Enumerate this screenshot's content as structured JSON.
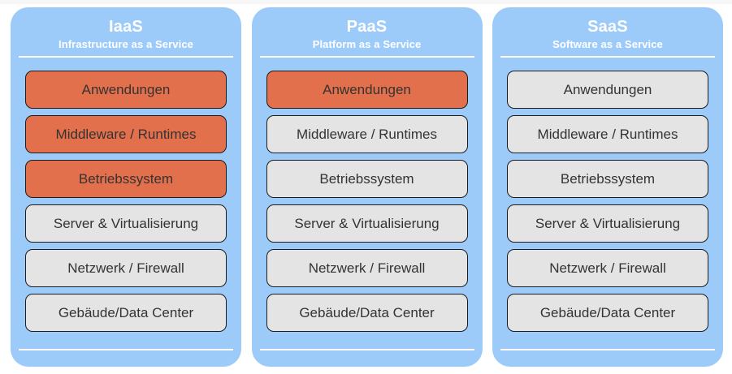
{
  "page": {
    "background_color": "#ffffff",
    "top_strip_color": "#f7f7f7"
  },
  "theme": {
    "card_blue": "#9ccbfa",
    "layer_grey": "#e4e4e4",
    "layer_orange": "#e3704c",
    "layer_border": "#1c1c1c",
    "layer_text": "#333333",
    "header_text": "#ffffff",
    "divider": "#ffffff"
  },
  "columns": [
    {
      "id": "iaas",
      "title": "IaaS",
      "subtitle": "Infrastructure as a Service",
      "layers": [
        {
          "label": "Anwendungen",
          "state": "orange"
        },
        {
          "label": "Middleware / Runtimes",
          "state": "orange"
        },
        {
          "label": "Betriebssystem",
          "state": "orange"
        },
        {
          "label": "Server & Virtualisierung",
          "state": "grey"
        },
        {
          "label": "Netzwerk / Firewall",
          "state": "grey"
        },
        {
          "label": "Gebäude/Data Center",
          "state": "grey"
        }
      ]
    },
    {
      "id": "paas",
      "title": "PaaS",
      "subtitle": "Platform as a Service",
      "layers": [
        {
          "label": "Anwendungen",
          "state": "orange"
        },
        {
          "label": "Middleware / Runtimes",
          "state": "grey"
        },
        {
          "label": "Betriebssystem",
          "state": "grey"
        },
        {
          "label": "Server & Virtualisierung",
          "state": "grey"
        },
        {
          "label": "Netzwerk / Firewall",
          "state": "grey"
        },
        {
          "label": "Gebäude/Data Center",
          "state": "grey"
        }
      ]
    },
    {
      "id": "saas",
      "title": "SaaS",
      "subtitle": "Software as a Service",
      "layers": [
        {
          "label": "Anwendungen",
          "state": "grey"
        },
        {
          "label": "Middleware / Runtimes",
          "state": "grey"
        },
        {
          "label": "Betriebssystem",
          "state": "grey"
        },
        {
          "label": "Server & Virtualisierung",
          "state": "grey"
        },
        {
          "label": "Netzwerk / Firewall",
          "state": "grey"
        },
        {
          "label": "Gebäude/Data Center",
          "state": "grey"
        }
      ]
    }
  ]
}
